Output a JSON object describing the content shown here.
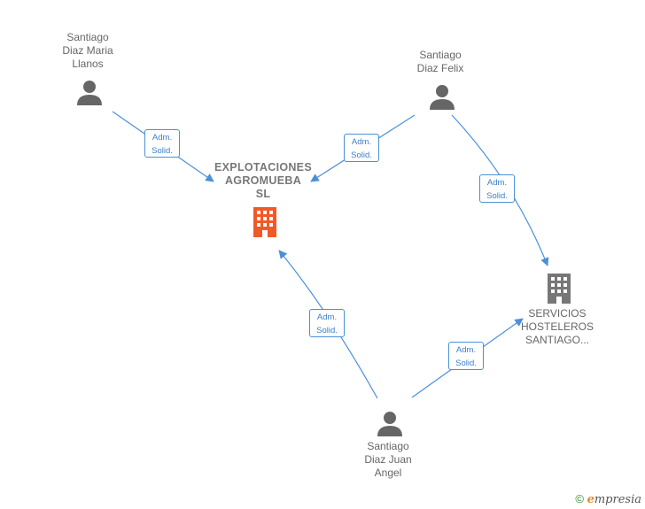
{
  "nodes": {
    "maria": {
      "lines": [
        "Santiago",
        "Diaz Maria",
        "Llanos"
      ],
      "kind": "person"
    },
    "felix": {
      "lines": [
        "Santiago",
        "Diaz Felix"
      ],
      "kind": "person"
    },
    "juan": {
      "lines": [
        "Santiago",
        "Diaz Juan",
        "Angel"
      ],
      "kind": "person"
    },
    "explotaciones": {
      "lines": [
        "EXPLOTACIONES",
        "AGROMUEBA",
        "SL"
      ],
      "kind": "company",
      "color": "#f05a28"
    },
    "servicios": {
      "lines": [
        "SERVICIOS",
        "HOSTELEROS",
        "SANTIAGO..."
      ],
      "kind": "company",
      "color": "#777777"
    }
  },
  "edges": [
    {
      "from": "maria",
      "to": "explotaciones",
      "label": [
        "Adm.",
        "Solid."
      ]
    },
    {
      "from": "felix",
      "to": "explotaciones",
      "label": [
        "Adm.",
        "Solid."
      ]
    },
    {
      "from": "felix",
      "to": "servicios",
      "label": [
        "Adm.",
        "Solid."
      ]
    },
    {
      "from": "juan",
      "to": "explotaciones",
      "label": [
        "Adm.",
        "Solid."
      ]
    },
    {
      "from": "juan",
      "to": "servicios",
      "label": [
        "Adm.",
        "Solid."
      ]
    }
  ],
  "colors": {
    "edge": "#4a90d9",
    "person_icon": "#666666"
  },
  "footer": {
    "copyright": "©",
    "brand_initial": "e",
    "brand_rest": "mpresia"
  }
}
